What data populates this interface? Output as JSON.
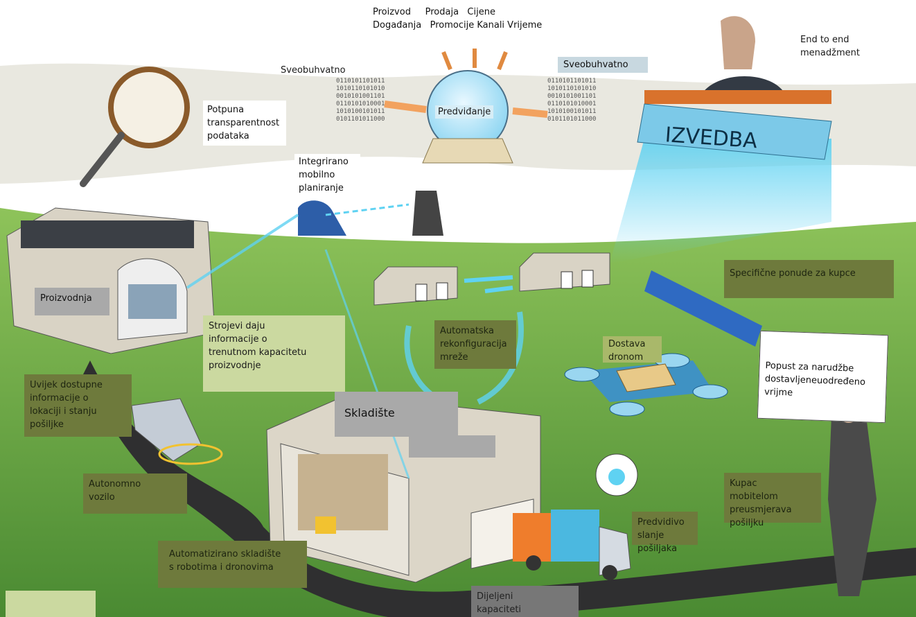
{
  "top_inputs": {
    "line1": "Proizvod     Prodaja   Cijene",
    "line2": "Događanja   Promocije Kanali Vrijeme"
  },
  "end_to_end": "End to end\nmenadžment",
  "sveobuhvatno_left": "Sveobuhvatno",
  "sveobuhvatno_right": "Sveobuhvatno",
  "predvidanje": "Predviđanje",
  "izvedba": "IZVEDBA",
  "transparentnost": "Potpuna\ntransparentnost\npodataka",
  "mobilno_planiranje": "Integrirano\nmobilno\nplaniranje",
  "proizvodnja": "Proizvodnja",
  "strojevi": "Strojevi daju\ninformacije o\ntrenutnom kapacitetu\nproizvodnje",
  "rekonfiguracija": "Automatska\nrekonfiguracija\nmreže",
  "specificne_ponude": "Specifične ponude za kupce",
  "dostava_dronom": "Dostava\ndronom",
  "popust": "Popust za narudžbe\ndostavljeneuodređeno\nvrijme",
  "lokacija": "Uvijek dostupne\ninformacije o\nlokaciji i stanju\npošiljke",
  "skladiste": "Skladište",
  "autonomno": "Autonomno\nvozilo",
  "automatizirano_skladiste": "Automatizirano skladište\ns robotima i dronovima",
  "kupac": "Kupac\nmobitelom\npreusmjerava\npošiljku",
  "predvidivo": "Predvidivo\nslanje\npošiljaka",
  "dijeljeni": "Dijeljeni\nkapaciteti",
  "binary_lines": [
    "0110101101011",
    "1010110101010",
    "0010101001101",
    "0110101010001",
    "1010100101011",
    "0101101011000"
  ],
  "colors": {
    "sky": "#ffffff",
    "grass": "#5f9b3e",
    "road": "#3a3a3a",
    "glow": "#4ed0f0",
    "label_olive": "#6e7a3c",
    "label_grey": "#a9a9a9",
    "izvedba_blue": "#7cc9e8"
  }
}
